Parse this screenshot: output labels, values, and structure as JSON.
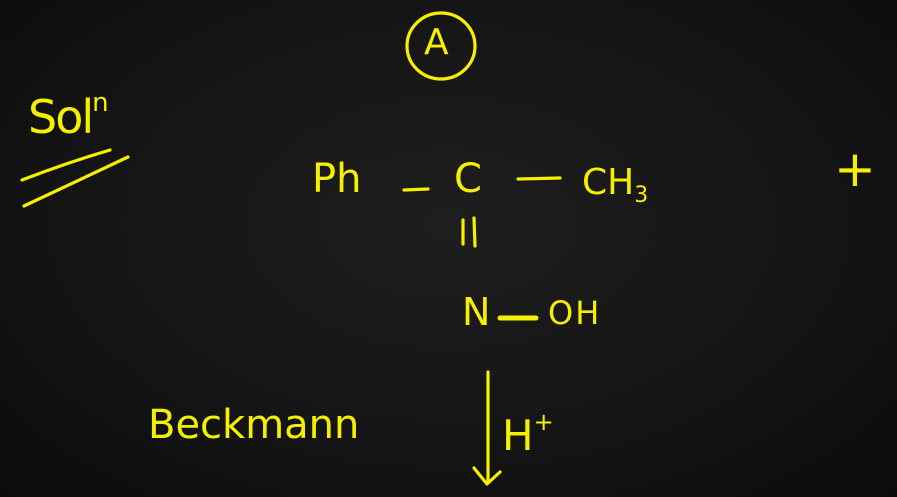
{
  "label": "A",
  "solution": {
    "text": "Sol",
    "sup": "n"
  },
  "reactant": {
    "left_group": "Ph",
    "carbon": "C",
    "right_group": "CH",
    "right_sub": "3",
    "nitrogen": "N",
    "hydroxyl": "OH"
  },
  "plus_sign": "+",
  "reaction": {
    "name": "Beckmann",
    "reagent": "H",
    "reagent_charge": "+"
  },
  "ink_color": "#f5f000"
}
